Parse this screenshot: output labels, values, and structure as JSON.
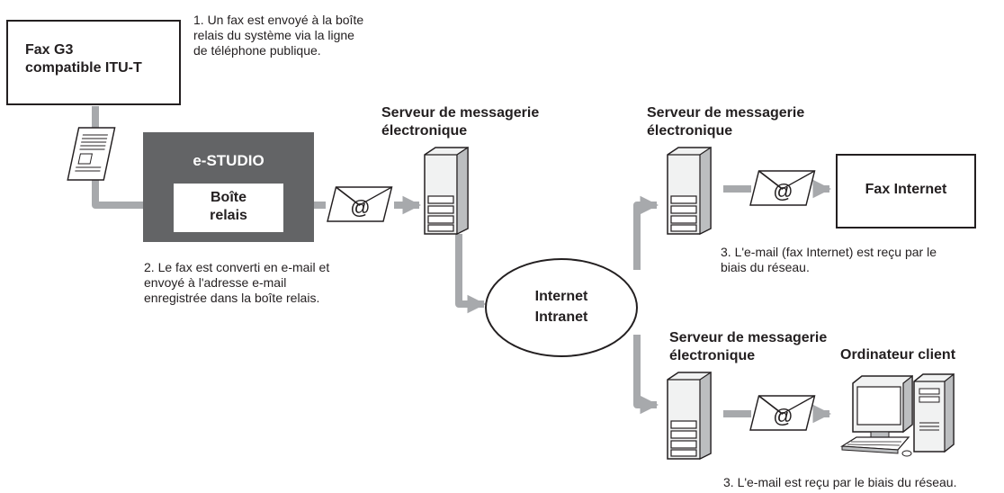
{
  "colors": {
    "arrow": "#a7a9ac",
    "estudio_bg": "#636466",
    "ink": "#231f20",
    "server_mid": "#bcbec0",
    "server_light": "#f1f2f2"
  },
  "fax_g3": {
    "line1": "Fax G3",
    "line2": "compatible ITU-T"
  },
  "estudio": {
    "label": "e-STUDIO",
    "relay_line1": "Boîte",
    "relay_line2": "relais"
  },
  "servers": {
    "main": {
      "line1": "Serveur de messagerie",
      "line2": "électronique"
    },
    "upper": {
      "line1": "Serveur de messagerie",
      "line2": "électronique"
    },
    "lower": {
      "line1": "Serveur de messagerie",
      "line2": "électronique"
    }
  },
  "network": {
    "line1": "Internet",
    "line2": "Intranet"
  },
  "internet_fax": {
    "label": "Fax Internet"
  },
  "client": {
    "label": "Ordinateur client"
  },
  "steps": {
    "step1": "1. Un fax est envoyé à la boîte\n    relais du système via la ligne\n    de téléphone publique.",
    "step2": "2. Le fax est converti en e-mail et\n    envoyé à l'adresse e-mail\n    enregistrée dans la boîte relais.",
    "step3a": "3. L'e-mail (fax Internet) est reçu par le\n    biais du réseau.",
    "step3b": "3. L'e-mail est reçu par le biais du réseau."
  },
  "icons": {
    "document": "document-icon",
    "envelope": "envelope-at-icon",
    "server": "server-tower-icon",
    "computer": "desktop-computer-icon"
  }
}
